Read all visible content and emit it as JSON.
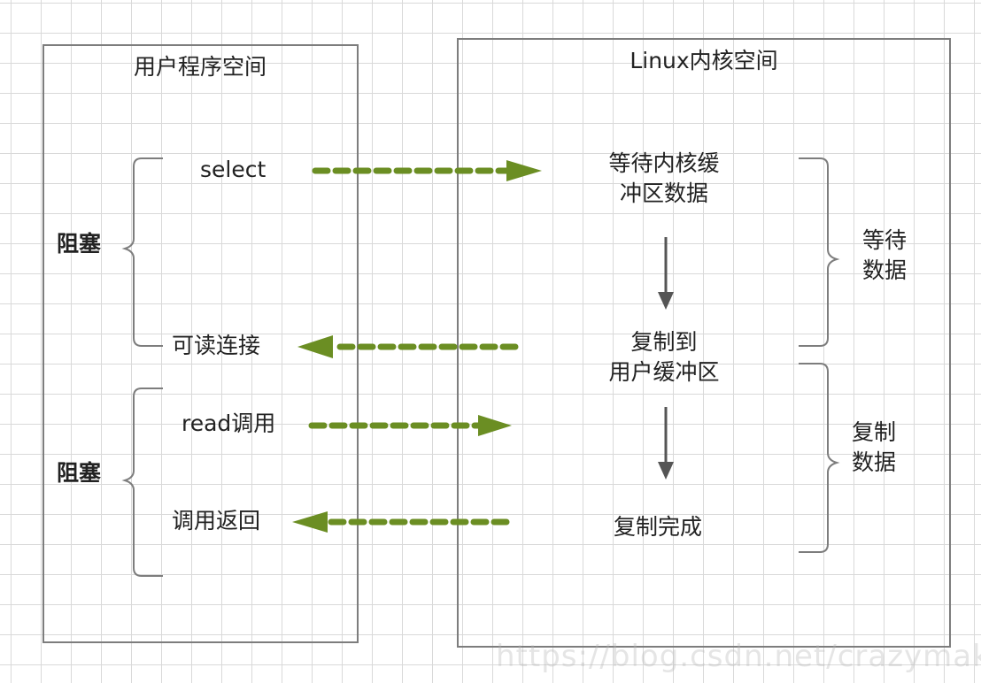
{
  "user_space": {
    "title": "用户程序空间",
    "blocking_labels": [
      "阻塞",
      "阻塞"
    ],
    "steps": [
      "select",
      "可读连接",
      "read调用",
      "调用返回"
    ]
  },
  "kernel_space": {
    "title": "Linux内核空间",
    "steps": [
      [
        "等待内核缓",
        "冲区数据"
      ],
      [
        "复制到",
        "用户缓冲区"
      ],
      [
        "复制完成"
      ]
    ],
    "phase_labels": [
      [
        "等待",
        "数据"
      ],
      [
        "复制",
        "数据"
      ]
    ]
  },
  "colors": {
    "arrow_green": "#6b8e23",
    "border_gray": "#7d7d7d",
    "arrow_gray": "#555555"
  },
  "watermark": "https://blog.csdn.net/crazymakercircle"
}
